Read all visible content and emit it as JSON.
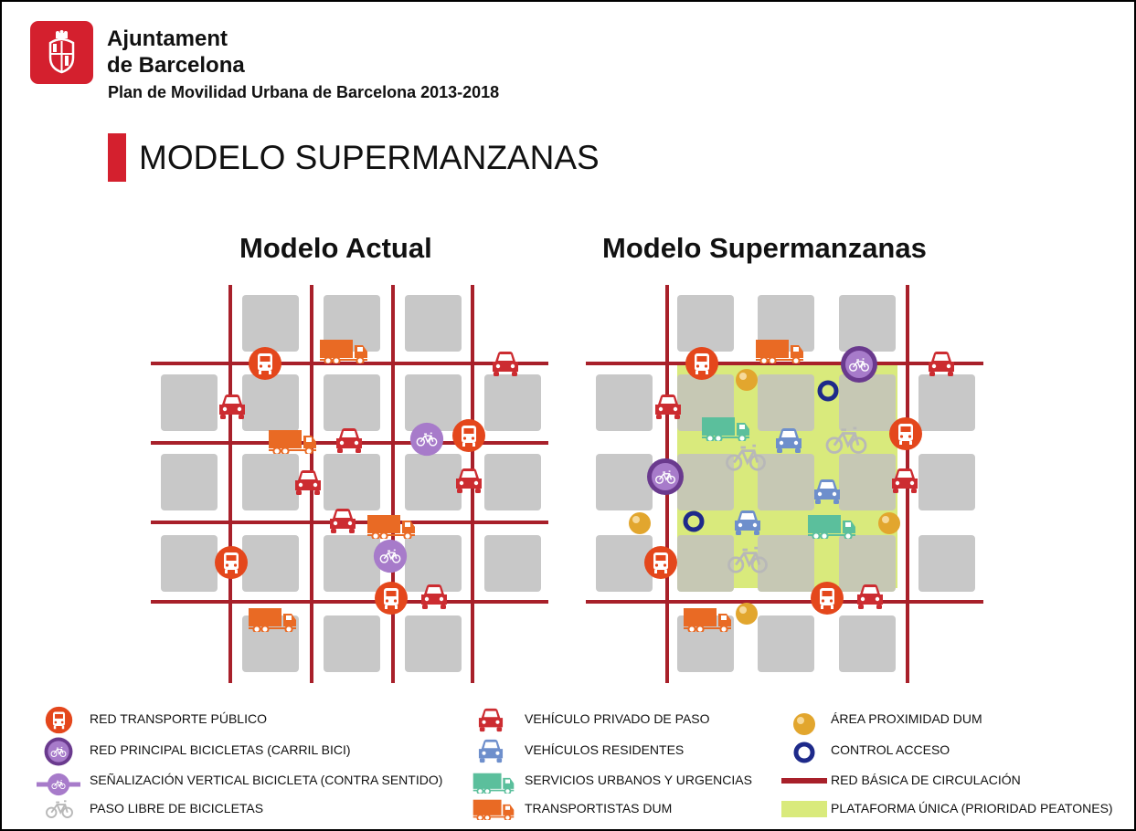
{
  "header": {
    "org_line1": "Ajuntament",
    "org_line2": "de Barcelona",
    "plan_title": "Plan de Movilidad Urbana de Barcelona 2013-2018",
    "page_title": "MODELO SUPERMANZANAS"
  },
  "diagrams": {
    "left_title": "Modelo Actual",
    "right_title": "Modelo Supermanzanas"
  },
  "legend": {
    "col1": [
      "RED TRANSPORTE PÚBLICO",
      "RED PRINCIPAL BICICLETAS (CARRIL BICI)",
      "SEÑALIZACIÓN VERTICAL BICICLETA (CONTRA SENTIDO)",
      "PASO LIBRE DE BICICLETAS"
    ],
    "col2": [
      "VEHÍCULO PRIVADO DE PASO",
      "VEHÍCULOS RESIDENTES",
      "SERVICIOS URBANOS Y URGENCIAS",
      "TRANSPORTISTAS DUM"
    ],
    "col3": [
      "ÁREA PROXIMIDAD DUM",
      "CONTROL ACCESO",
      "RED BÁSICA DE CIRCULACIÓN",
      "PLATAFORMA ÚNICA (PRIORIDAD PEATONES)"
    ]
  },
  "colors": {
    "brand_red": "#d4202e",
    "road": "#a8202a",
    "block": "#c8c8c8",
    "platform": "#d9ea7c",
    "bus": "#e4471c",
    "bike_main": "#6a3a8e",
    "bike_signal": "#a77bca",
    "private_car": "#cc2c31",
    "resident_car": "#6e8fcc",
    "urban_service": "#5bbf9c",
    "dum_truck": "#e96a24",
    "proximity": "#e2a62e",
    "access_control": "#1e2a8a"
  },
  "icons": {
    "logo": "barcelona-shield-icon",
    "bus": "bus-icon",
    "bike": "bicycle-icon",
    "car": "car-icon",
    "truck": "truck-icon",
    "dot": "proximity-dot-icon",
    "ring": "access-ring-icon"
  }
}
